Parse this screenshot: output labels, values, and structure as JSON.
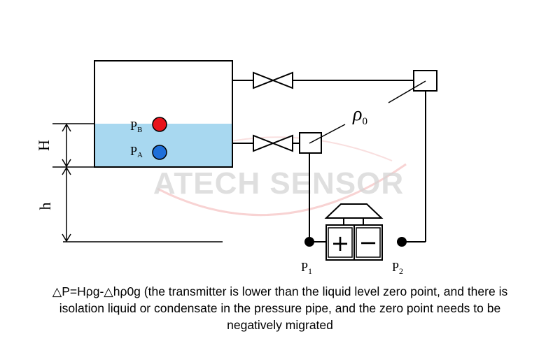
{
  "diagram": {
    "labels": {
      "pb_main": "P",
      "pb_sub": "B",
      "pa_main": "P",
      "pa_sub": "A",
      "H": "H",
      "h": "h",
      "rho_main": "ρ",
      "rho_sub": "0",
      "p1_main": "P",
      "p1_sub": "1",
      "p2_main": "P",
      "p2_sub": "2",
      "plus": "+",
      "minus": "−"
    },
    "watermark": "ATECH SENSOR",
    "colors": {
      "liquid": "#a8d8f0",
      "point_b": "#e8141c",
      "point_a": "#1e6fd9",
      "line": "#000000",
      "watermark": "#c8c8c8",
      "watermark_arc": "#f0a0a0"
    }
  },
  "caption": {
    "line1": "△P=Hρg-△hρ0g (the transmitter is lower than the liquid level zero point, and there is",
    "line2": "isolation liquid or condensate in the pressure pipe, and the zero point needs to be",
    "line3": "negatively migrated"
  }
}
